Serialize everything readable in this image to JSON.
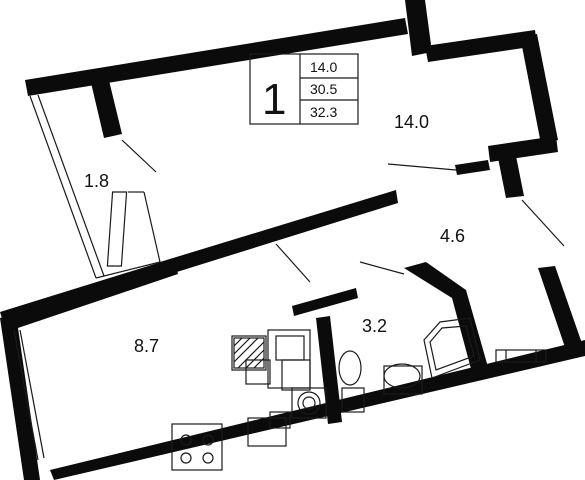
{
  "legend": {
    "rooms_count": "1",
    "living_area": "14.0",
    "total_area": "30.5",
    "area_with_balcony": "32.3"
  },
  "rooms": {
    "living_room": "14.0",
    "balcony": "1.8",
    "hallway": "4.6",
    "kitchen": "8.7",
    "bathroom": "3.2"
  }
}
